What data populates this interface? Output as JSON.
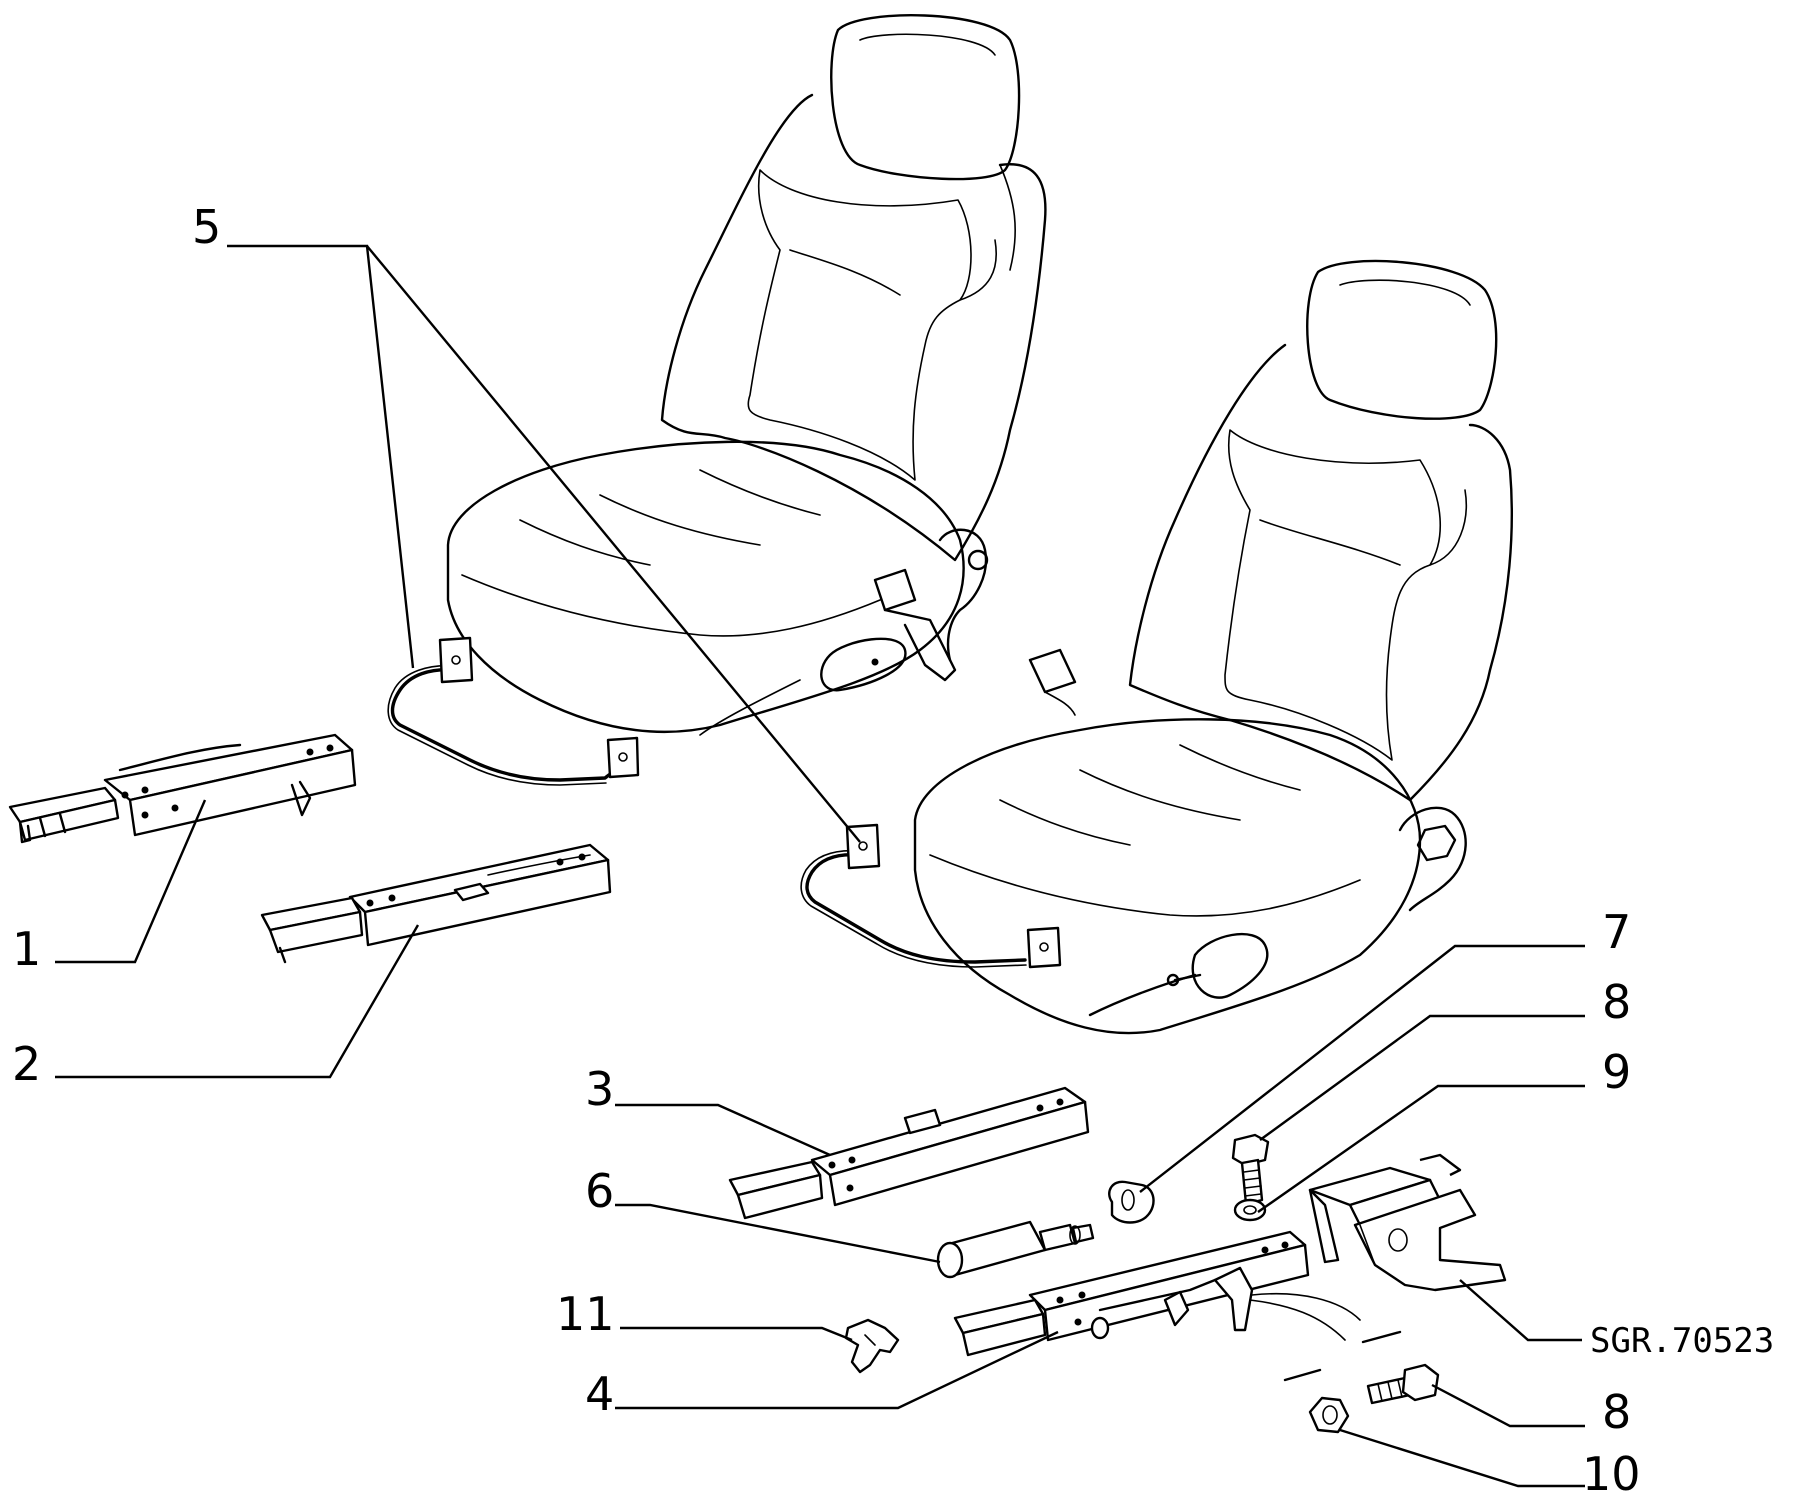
{
  "callouts": {
    "c1": "1",
    "c2": "2",
    "c3": "3",
    "c4": "4",
    "c5": "5",
    "c6": "6",
    "c7": "7",
    "c8a": "8",
    "c9": "9",
    "c10": "10",
    "c11": "11",
    "c8b": "8"
  },
  "drawing_code": "SGR.70523"
}
